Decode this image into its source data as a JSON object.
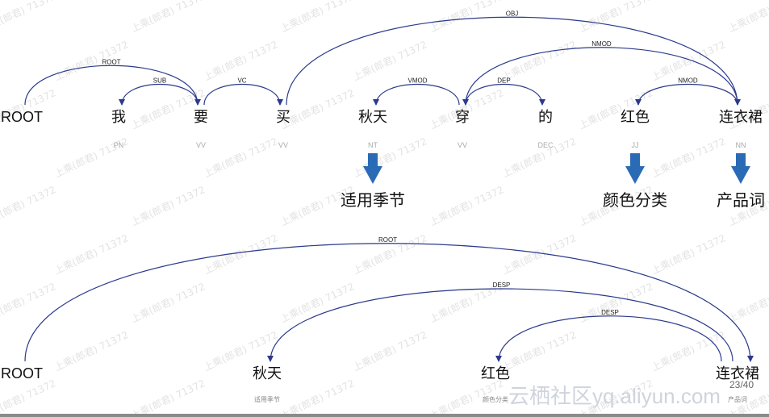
{
  "top_parse": {
    "words": [
      "ROOT",
      "我",
      "要",
      "买",
      "秋天",
      "穿",
      "的",
      "红色",
      "连衣裙"
    ],
    "tags": [
      "",
      "PN",
      "VV",
      "VV",
      "NT",
      "VV",
      "DEC",
      "JJ",
      "NN"
    ],
    "arcs": [
      {
        "from": 0,
        "to": 2,
        "label": "ROOT"
      },
      {
        "from": 2,
        "to": 1,
        "label": "SUB"
      },
      {
        "from": 2,
        "to": 3,
        "label": "VC"
      },
      {
        "from": 3,
        "to": 8,
        "label": "OBJ"
      },
      {
        "from": 5,
        "to": 4,
        "label": "VMOD"
      },
      {
        "from": 5,
        "to": 6,
        "label": "DEP"
      },
      {
        "from": 8,
        "to": 5,
        "label": "NMOD"
      },
      {
        "from": 8,
        "to": 7,
        "label": "NMOD"
      }
    ],
    "categories": [
      {
        "word": 4,
        "label": "适用季节"
      },
      {
        "word": 7,
        "label": "颜色分类"
      },
      {
        "word": 8,
        "label": "产品词"
      }
    ]
  },
  "bottom_parse": {
    "words": [
      "ROOT",
      "秋天",
      "红色",
      "连衣裙"
    ],
    "subs": [
      "",
      "适用季节",
      "颜色分类",
      "产品词"
    ],
    "arcs": [
      {
        "from": 0,
        "to": 3,
        "label": "ROOT"
      },
      {
        "from": 3,
        "to": 1,
        "label": "DESP"
      },
      {
        "from": 3,
        "to": 2,
        "label": "DESP"
      }
    ]
  },
  "page_number": "23/40",
  "watermark_text": "上乘(郎君) 71372",
  "brand_text": "云栖社区yq.aliyun.com",
  "colors": {
    "arc": "#2b3a8c",
    "category_arrow": "#2a6bb5"
  }
}
